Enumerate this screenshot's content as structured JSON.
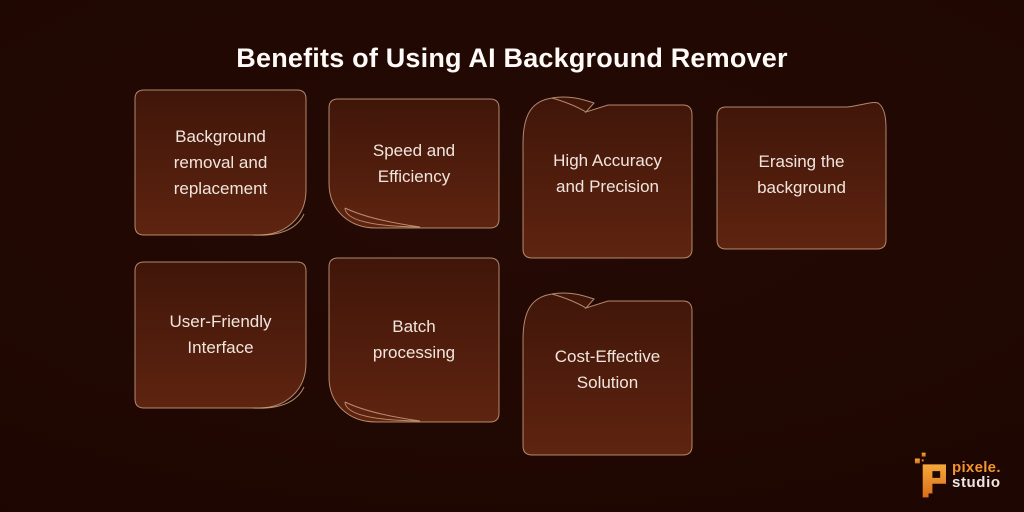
{
  "title": "Benefits of Using AI Background Remover",
  "cards": [
    {
      "label": "Background removal and replacement",
      "lines": [
        "Background",
        "removal and",
        "replacement"
      ]
    },
    {
      "label": "Speed and Efficiency",
      "lines": [
        "Speed and",
        "Efficiency"
      ]
    },
    {
      "label": "High Accuracy and Precision",
      "lines": [
        "High Accuracy",
        "and Precision"
      ]
    },
    {
      "label": "Erasing the background",
      "lines": [
        "Erasing the",
        "background"
      ]
    },
    {
      "label": "User-Friendly Interface",
      "lines": [
        "User-Friendly",
        "Interface"
      ]
    },
    {
      "label": "Batch processing",
      "lines": [
        "Batch",
        "processing"
      ]
    },
    {
      "label": "Cost-Effective Solution",
      "lines": [
        "Cost-Effective",
        "Solution"
      ]
    }
  ],
  "logo": {
    "brand_top": "pixele.",
    "brand_bottom": "studio",
    "icon": "pixel-p-icon"
  },
  "colors": {
    "page_background": "#1d0602",
    "card_gradient_top": "#40160a",
    "card_gradient_bottom": "#5e2410",
    "card_border": "#d2a684",
    "card_text": "#f1e5dd",
    "title_text": "#fdfaf8",
    "brand_orange": "#f2942f",
    "brand_white": "#ece7e2"
  }
}
